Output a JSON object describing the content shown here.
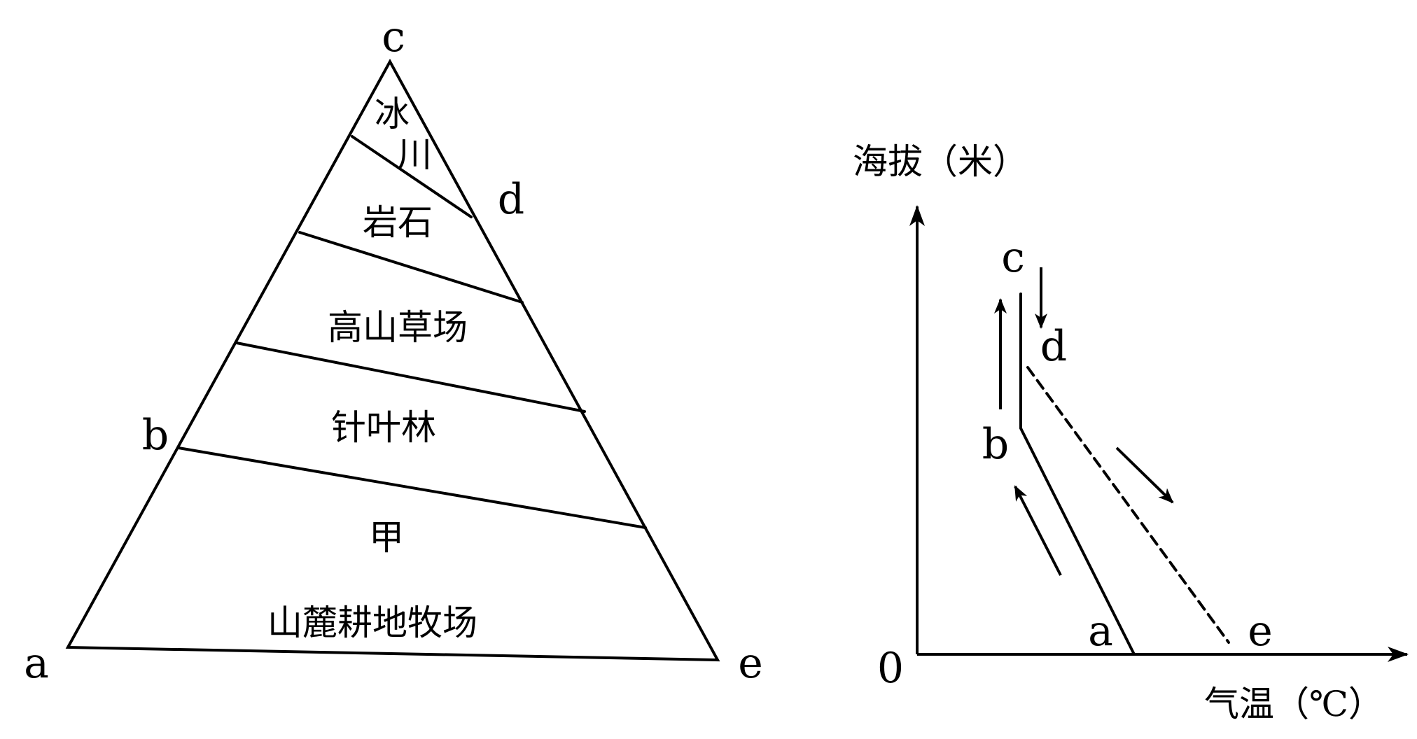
{
  "mountain": {
    "points": {
      "a": "a",
      "b": "b",
      "c": "c",
      "d": "d",
      "e": "e"
    },
    "zones": {
      "glacier_1": "冰",
      "glacier_2": "川",
      "rock": "岩石",
      "alpine_meadow": "高山草场",
      "coniferous_forest": "针叶林",
      "unknown_zone": "甲",
      "foothill": "山麓耕地牧场"
    }
  },
  "graph": {
    "y_label": "海拔（米）",
    "x_label": "气温（℃）",
    "origin": "0",
    "points": {
      "a": "a",
      "b": "b",
      "c": "c",
      "d": "d",
      "e": "e"
    }
  }
}
